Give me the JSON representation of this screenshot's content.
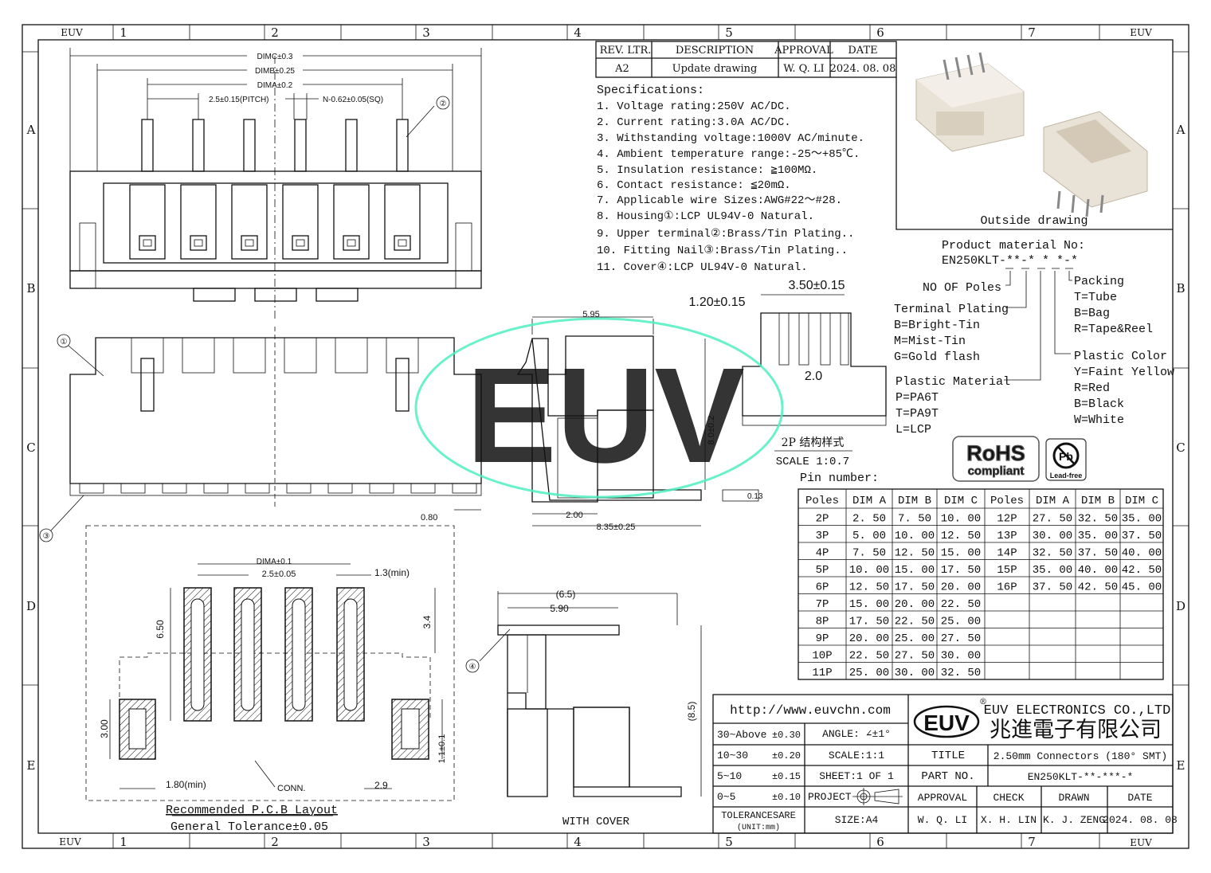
{
  "frame": {
    "corner_label": "EUV",
    "columns": [
      "1",
      "2",
      "3",
      "4",
      "5",
      "6",
      "7"
    ],
    "rows": [
      "A",
      "B",
      "C",
      "D",
      "E"
    ]
  },
  "revision_table": {
    "headers": [
      "REV. LTR.",
      "DESCRIPTION",
      "APPROVAL",
      "DATE"
    ],
    "row": [
      "A2",
      "Update drawing",
      "W. Q. LI",
      "2024. 08. 08"
    ]
  },
  "specifications": {
    "title": "Specifications:",
    "items": [
      "1. Voltage rating:250V AC/DC.",
      "2. Current rating:3.0A AC/DC.",
      "3. Withstanding voltage:1000V AC/minute.",
      "4. Ambient temperature range:-25～+85℃.",
      "5. Insulation resistance: ≧100MΩ.",
      "6. Contact resistance: ≦20mΩ.",
      "7. Applicable wire Sizes:AWG#22～#28.",
      "8. Housing①:LCP UL94V-0 Natural.",
      "9. Upper terminal②:Brass/Tin Plating..",
      "10. Fitting Nail③:Brass/Tin Plating..",
      "11. Cover④:LCP UL94V-0 Natural."
    ]
  },
  "outside_drawing": {
    "caption": "Outside drawing"
  },
  "product_material": {
    "title": "Product material No:",
    "code": "EN250KLT-**-* * *-*",
    "no_of_poles": "NO OF Poles",
    "terminal_plating": {
      "label": "Terminal Plating",
      "options": [
        "B=Bright-Tin",
        "M=Mist-Tin",
        "G=Gold flash"
      ]
    },
    "plastic_material": {
      "label": "Plastic Material",
      "options": [
        "P=PA6T",
        "T=PA9T",
        "L=LCP"
      ]
    },
    "packing": {
      "label": "Packing",
      "options": [
        "T=Tube",
        "B=Bag",
        "R=Tape&Reel"
      ]
    },
    "plastic_color": {
      "label": "Plastic Color",
      "options": [
        "Y=Faint Yellow",
        "R=Red",
        "B=Black",
        "W=White"
      ]
    }
  },
  "badges": {
    "rohs": "RoHS",
    "rohs_sub": "compliant",
    "pb": "Pb",
    "lead_free": "Lead-free"
  },
  "watermark": "EUV",
  "pin_table": {
    "title": "Pin number:",
    "headers": [
      "Poles",
      "DIM A",
      "DIM B",
      "DIM C",
      "Poles",
      "DIM A",
      "DIM B",
      "DIM C"
    ],
    "rows": [
      [
        "2P",
        "2. 50",
        "7. 50",
        "10. 00",
        "12P",
        "27. 50",
        "32. 50",
        "35. 00"
      ],
      [
        "3P",
        "5. 00",
        "10. 00",
        "12. 50",
        "13P",
        "30. 00",
        "35. 00",
        "37. 50"
      ],
      [
        "4P",
        "7. 50",
        "12. 50",
        "15. 00",
        "14P",
        "32. 50",
        "37. 50",
        "40. 00"
      ],
      [
        "5P",
        "10. 00",
        "15. 00",
        "17. 50",
        "15P",
        "35. 00",
        "40. 00",
        "42. 50"
      ],
      [
        "6P",
        "12. 50",
        "17. 50",
        "20. 00",
        "16P",
        "37. 50",
        "42. 50",
        "45. 00"
      ],
      [
        "7P",
        "15. 00",
        "20. 00",
        "22. 50",
        "",
        "",
        "",
        ""
      ],
      [
        "8P",
        "17. 50",
        "22. 50",
        "25. 00",
        "",
        "",
        "",
        ""
      ],
      [
        "9P",
        "20. 00",
        "25. 00",
        "27. 50",
        "",
        "",
        "",
        ""
      ],
      [
        "10P",
        "22. 50",
        "27. 50",
        "30. 00",
        "",
        "",
        "",
        ""
      ],
      [
        "11P",
        "25. 00",
        "30. 00",
        "32. 50",
        "",
        "",
        "",
        ""
      ]
    ]
  },
  "dimensions": {
    "dim_c": "DIMC±0.3",
    "dim_b": "DIMB±0.25",
    "dim_a": "DIMA±0.2",
    "pitch": "2.5±0.15(PITCH)",
    "pin_sq": "N-0.62±0.05(SQ)",
    "d_080": "0.80",
    "d_595": "5.95",
    "d_80": "8.0±0.2",
    "d_200": "2.00",
    "d_835": "8.35±0.25",
    "flatness": "0.13",
    "d_350": "3.50±0.15",
    "d_120": "1.20±0.15",
    "d_20": "2.0",
    "two_p_caption": "2P 结构样式",
    "scale_07": "SCALE 1:0.7",
    "pcb_dima": "DIMA±0.1",
    "pcb_pitch": "2.5±0.05",
    "pcb_13": "1.3(min)",
    "pcb_650": "6.50",
    "pcb_34": "3.4",
    "pcb_300": "3.00",
    "pcb_11": "1.1±0.1",
    "pcb_180": "1.80(min)",
    "pcb_conn": "CONN.",
    "pcb_29": "2.9",
    "cover_65": "(6.5)",
    "cover_590": "5.90",
    "cover_85": "(8.5)"
  },
  "balloons": [
    "①",
    "②",
    "③",
    "④"
  ],
  "pcb_caption": "Recommended P.C.B Layout",
  "general_tolerance": "General Tolerance±0.05",
  "cover_caption": "WITH COVER",
  "title_block": {
    "url": "http://www.euvchn.com",
    "logo": "EUV",
    "company_en": "EUV ELECTRONICS CO.,LTD",
    "company_cn": "兆進電子有限公司",
    "tol_rows": [
      [
        "30~Above",
        "±0.30"
      ],
      [
        "10~30",
        "±0.20"
      ],
      [
        "5~10",
        "±0.15"
      ],
      [
        "0~5",
        "±0.10"
      ]
    ],
    "angle": "ANGLE: ∠±1°",
    "scale": "SCALE:1:1",
    "sheet": "SHEET:1 OF 1",
    "project": "PROJECT",
    "tolerances_are": "TOLERANCESARE",
    "unit": "(UNIT:mm)",
    "size": "SIZE:A4",
    "title_label": "TITLE",
    "title_value": "2.50mm Connectors (180° SMT)",
    "part_label": "PART NO.",
    "part_value": "EN250KLT-**-***-*",
    "sign_headers": [
      "APPROVAL",
      "CHECK",
      "DRAWN",
      "DATE"
    ],
    "sign_values": [
      "W. Q. LI",
      "X. H. LIN",
      "K. J. ZENG",
      "2024. 08. 08"
    ]
  },
  "colors": {
    "watermark": "#4ff0c0",
    "housing": "#e8e0d2",
    "line": "#111111"
  }
}
